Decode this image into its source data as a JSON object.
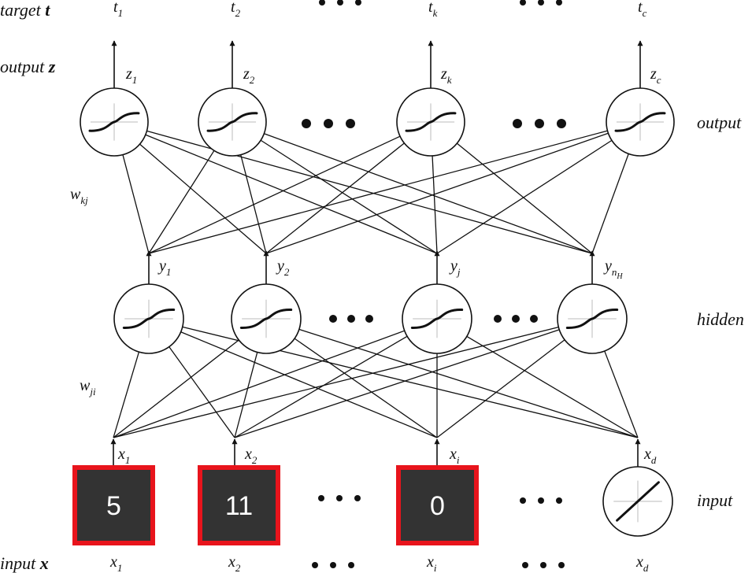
{
  "row_labels": {
    "target_text": "target",
    "target_sym": "t",
    "output_text": "output",
    "output_sym": "z",
    "input_text": "input",
    "input_sym": "x"
  },
  "layer_labels": {
    "output": "output",
    "hidden": "hidden",
    "input": "input"
  },
  "targets": [
    {
      "base": "t",
      "sub": "1"
    },
    {
      "base": "t",
      "sub": "2"
    },
    {
      "base": "t",
      "sub": "k"
    },
    {
      "base": "t",
      "sub": "c"
    }
  ],
  "outputs": [
    {
      "base": "z",
      "sub": "1"
    },
    {
      "base": "z",
      "sub": "2"
    },
    {
      "base": "z",
      "sub": "k"
    },
    {
      "base": "z",
      "sub": "c"
    }
  ],
  "hidden_outputs": [
    {
      "base": "y",
      "sub": "1"
    },
    {
      "base": "y",
      "sub": "2"
    },
    {
      "base": "y",
      "sub": "j"
    },
    {
      "base": "y",
      "sub": "n",
      "subsub": "H"
    }
  ],
  "input_arrows": [
    {
      "base": "x",
      "sub": "1"
    },
    {
      "base": "x",
      "sub": "2"
    },
    {
      "base": "x",
      "sub": "i"
    },
    {
      "base": "x",
      "sub": "d"
    }
  ],
  "inputs_bottom": [
    {
      "base": "x",
      "sub": "1"
    },
    {
      "base": "x",
      "sub": "2"
    },
    {
      "base": "x",
      "sub": "i"
    },
    {
      "base": "x",
      "sub": "d"
    }
  ],
  "weights": {
    "upper": {
      "base": "w",
      "sub": "kj"
    },
    "lower": {
      "base": "w",
      "sub": "ji"
    }
  },
  "input_boxes": [
    "5",
    "11",
    "0"
  ],
  "colors": {
    "box_fill": "#333333",
    "box_border": "#e8141c"
  }
}
